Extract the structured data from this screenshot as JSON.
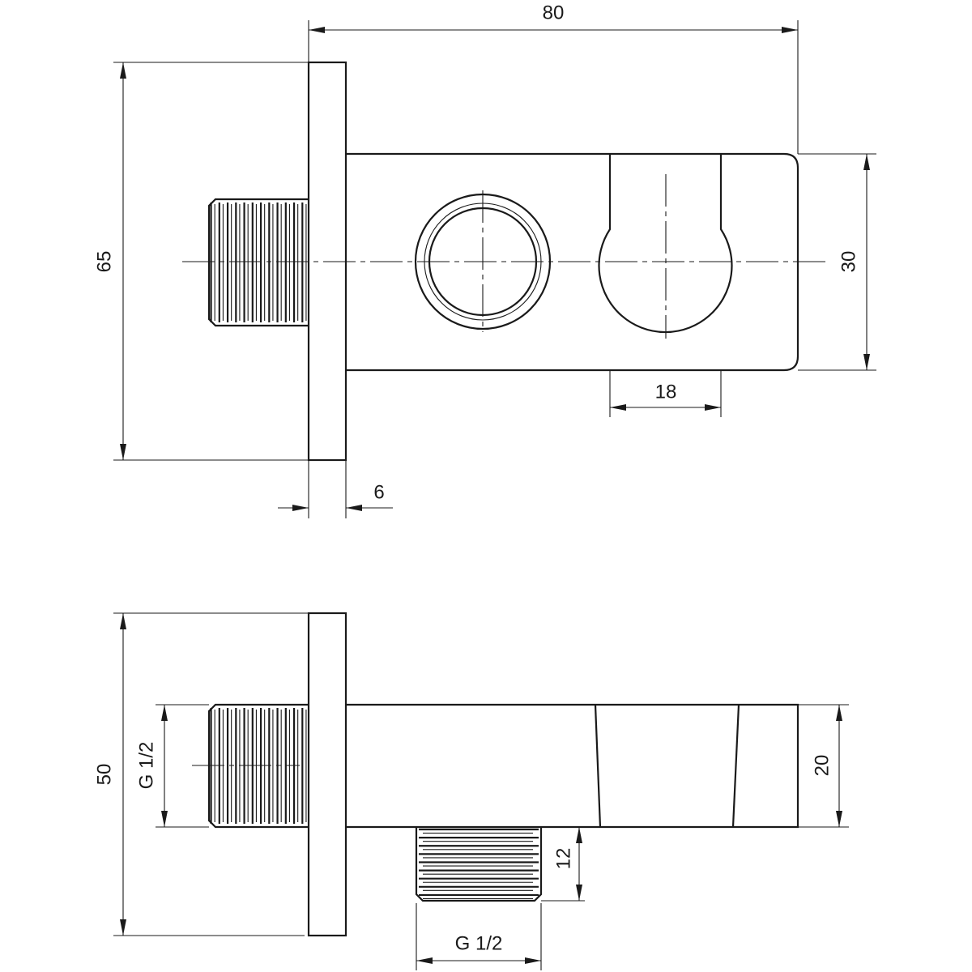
{
  "top_view": {
    "dim_width": "80",
    "dim_height": "65",
    "dim_body_height": "30",
    "dim_slot_width": "18",
    "dim_plate_thickness": "6"
  },
  "side_view": {
    "dim_height": "50",
    "dim_thread_inlet": "G 1/2",
    "dim_body_height": "20",
    "dim_outlet_length": "12",
    "dim_thread_outlet": "G 1/2"
  },
  "colors": {
    "line": "#1a1a1a",
    "background": "#ffffff"
  }
}
